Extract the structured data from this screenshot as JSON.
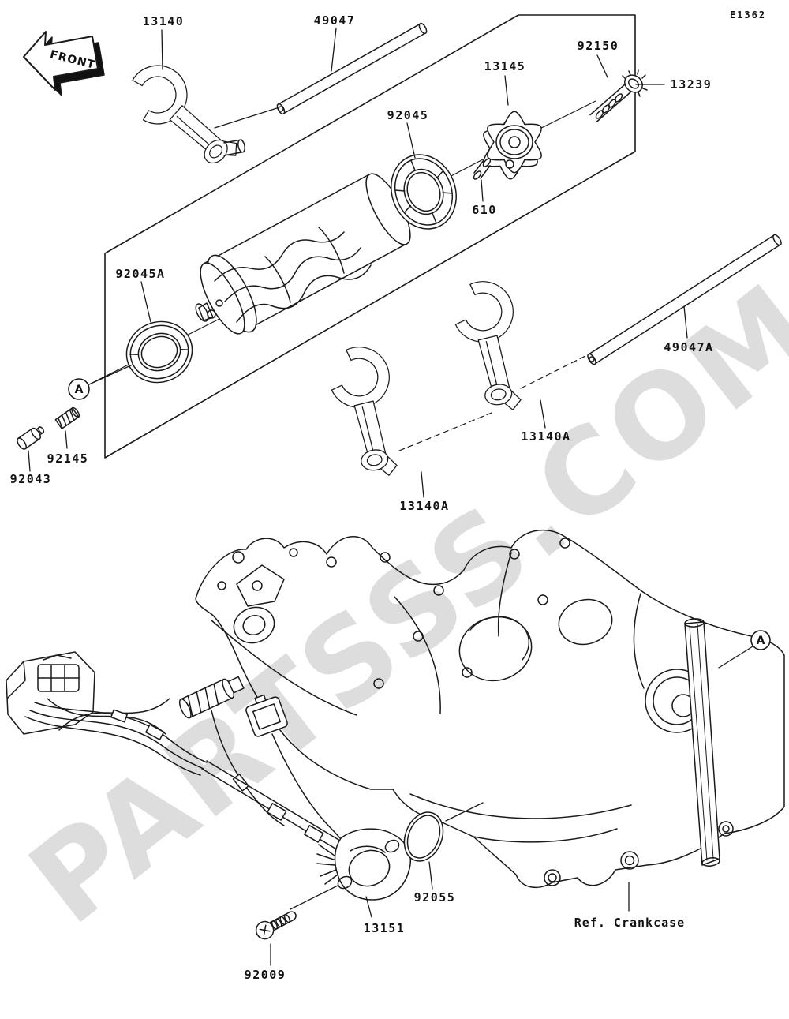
{
  "diagram": {
    "code": "E1362",
    "front_marker": "FRONT",
    "watermark": "PARTSSS.COM",
    "ref_label": "Ref. Crankcase",
    "detail_marker": "A"
  },
  "labels": [
    {
      "text": "13140"
    },
    {
      "text": "49047"
    },
    {
      "text": "92150"
    },
    {
      "text": "13145"
    },
    {
      "text": "13239"
    },
    {
      "text": "92045"
    },
    {
      "text": "610"
    },
    {
      "text": "92045A"
    },
    {
      "text": "49047A"
    },
    {
      "text": "13140A"
    },
    {
      "text": "13140A"
    },
    {
      "text": "92145"
    },
    {
      "text": "92043"
    },
    {
      "text": "92055"
    },
    {
      "text": "13151"
    },
    {
      "text": "92009"
    }
  ]
}
